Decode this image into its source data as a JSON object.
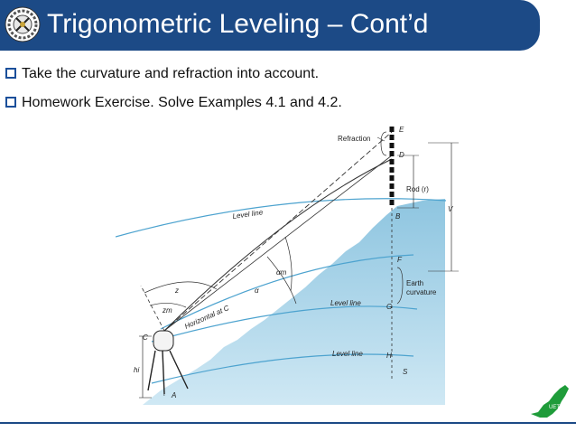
{
  "slide": {
    "title": "Trigonometric Leveling – Cont’d",
    "bullets": [
      "Take the curvature and refraction into account.",
      "Homework Exercise. Solve Examples 4.1 and 4.2."
    ]
  },
  "figure": {
    "labels": {
      "refraction": "Refraction",
      "E": "E",
      "D": "D",
      "rod": "Rod (r)",
      "V": "V",
      "B": "B",
      "F": "F",
      "earth_curvature_1": "Earth",
      "earth_curvature_2": "curvature",
      "G": "G",
      "H": "H",
      "S": "S",
      "A": "A",
      "C": "C",
      "hi": "hi",
      "z": "z",
      "zm": "zm",
      "alpha": "α",
      "alpha_m": "αm",
      "horizontal_at_c": "Horizontal at C",
      "level_line_1": "Level line",
      "level_line_2": "Level line",
      "level_line_3": "Level line"
    }
  },
  "logo": {
    "text": "UET"
  },
  "colors": {
    "title_bar": "#1c4a86",
    "ground_light": "#cfe8f4",
    "ground_dark": "#8ec5e0",
    "level_line": "#4da3cf",
    "bullet_box": "#1b4f9a",
    "pakistan_map": "#1f9c3a"
  },
  "icons": {
    "title_logo": "gear-emblem-icon",
    "bullet": "hollow-square-bullet-icon",
    "footer_logo": "pakistan-map-icon"
  }
}
